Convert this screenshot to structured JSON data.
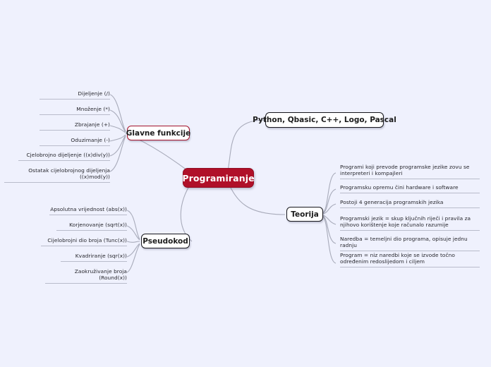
{
  "diagram": {
    "type": "mind-map",
    "background_color": "#eff1fd",
    "root": {
      "label": "Programiranje",
      "fill_color": "#b01029",
      "text_color": "#ffffff"
    },
    "branches": [
      {
        "id": "glavne-funkcije",
        "label": "Glavne funkcije",
        "side": "left",
        "border_color": "#a4122b",
        "children": [
          "Dijeljenje (/)",
          "Množenje (*)",
          "Zbrajanje (+)",
          "Oduzimanje (-)",
          "Cjelobrojno dijeljenje ((x)div(y))",
          "Ostatak cijelobrojnog dijeljenja ((x)mod(y))"
        ]
      },
      {
        "id": "pseudokod",
        "label": "Pseudokod",
        "side": "left",
        "border_color": "#17171d",
        "children": [
          "Apsolutna vrijednost (abs(x))",
          "Korjenovanje (sqrt(x))",
          "Cijelobrojni dio broja (Tunc(x))",
          "Kvadriranje (sqr(x))",
          "Zaokruživanje broja (Round(x))"
        ]
      },
      {
        "id": "jezici",
        "label": "Python, Qbasic, C++, Logo, Pascal",
        "side": "right",
        "border_color": "#17171d",
        "children": []
      },
      {
        "id": "teorija",
        "label": "Teorija",
        "side": "right",
        "border_color": "#17171d",
        "children": [
          "Programi koji prevode programske jezike zovu se interpreteri i kompajleri",
          "Programsku opremu čini hardware i software",
          "Postoji 4 generacija programskih jezika",
          "Programski jezik = skup ključnih riječi i pravila za njihovo korištenje koje računalo razumije",
          "Naredba = temeljni dio programa, opisuje jednu radnju",
          "Program = niz naredbi koje se izvode točno određenim redoslijedom i ciljem"
        ]
      }
    ]
  }
}
